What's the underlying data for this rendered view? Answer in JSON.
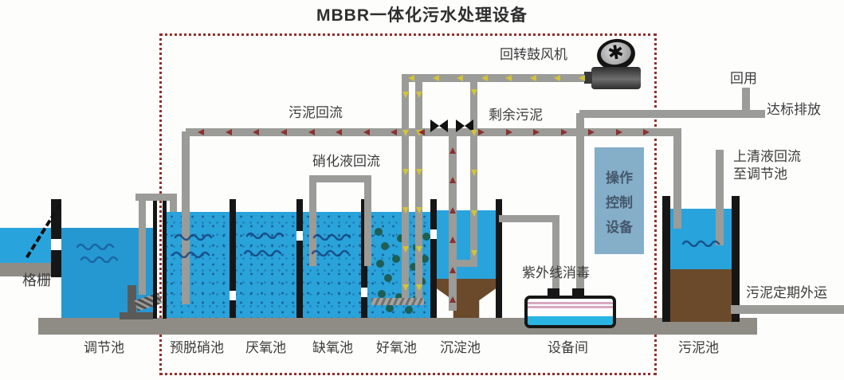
{
  "title": "MBBR一体化污水处理设备",
  "labels": {
    "blower": "回转鼓风机",
    "reuse": "回用",
    "discharge": "达标排放",
    "sludge_return": "污泥回流",
    "excess_sludge": "剩余污泥",
    "nitrification_return": "硝化液回流",
    "supernatant_return_line1": "上清液回流",
    "supernatant_return_line2": "至调节池",
    "uv_disinfection": "紫外线消毒",
    "bar_screen": "格栅",
    "sludge_removal": "污泥定期外运"
  },
  "control_panel": {
    "lines": [
      "操作",
      "控制",
      "设备"
    ]
  },
  "tanks": [
    {
      "label": "调节池"
    },
    {
      "label": "预脱硝池"
    },
    {
      "label": "厌氧池"
    },
    {
      "label": "缺氧池"
    },
    {
      "label": "好氧池"
    },
    {
      "label": "沉淀池"
    },
    {
      "label": "设备间"
    },
    {
      "label": "污泥池"
    }
  ],
  "colors": {
    "water": "#29a3dc",
    "sludge_brown": "#6b4a2b",
    "pipe_gray": "#9b9b97",
    "air_arrow_yellow": "#d2c43a",
    "sludge_arrow_red": "#8a3030",
    "boundary_dash_red": "#8f2f2a",
    "control_panel_blue": "#85aec9",
    "uv_cyan": "#2ab4e4",
    "mbbr_media_teal": "#1d5f55"
  }
}
